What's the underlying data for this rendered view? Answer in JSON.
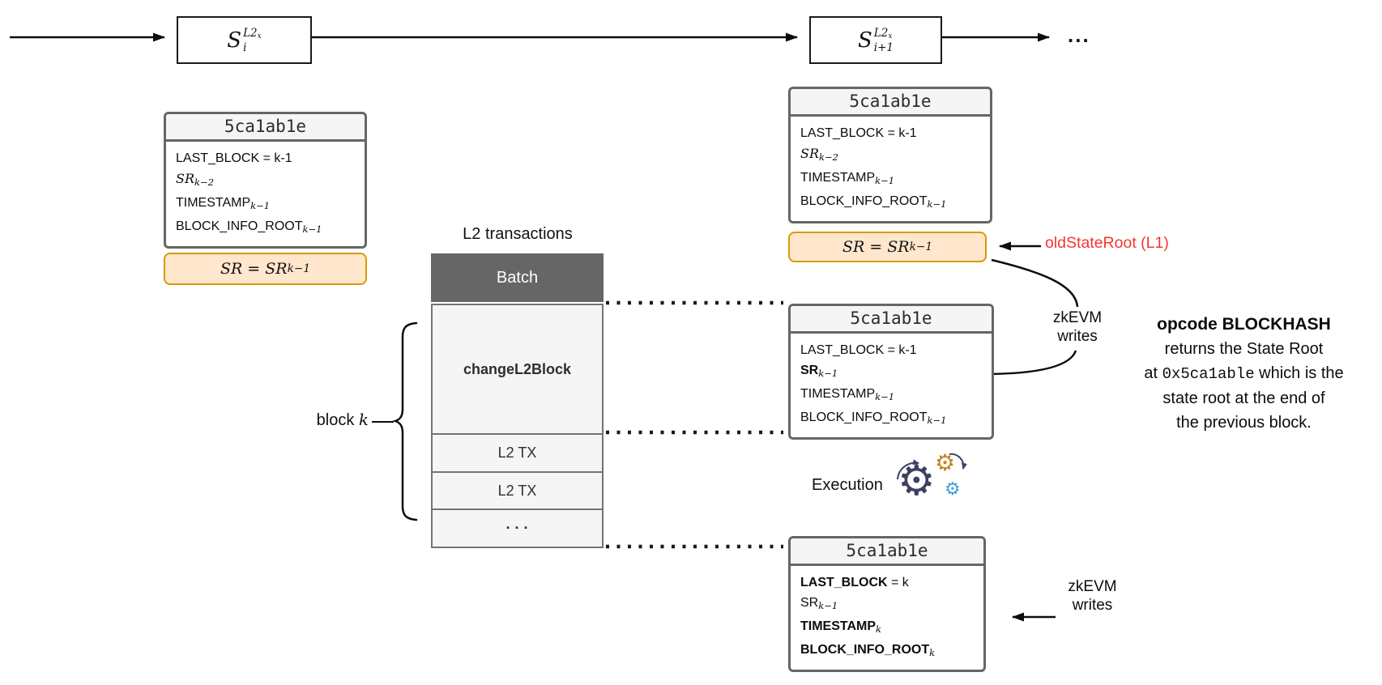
{
  "colors": {
    "box_border": "#666666",
    "box_header_bg": "#f5f5f5",
    "batch_header_bg": "#666666",
    "orange_fill": "#ffe6cc",
    "orange_border": "#d79b00",
    "red_text": "#f4362e",
    "gear_navy": "#3d4061",
    "gear_orange": "#c8821d",
    "gear_blue": "#3f9fd8"
  },
  "flow": {
    "s_i": {
      "base": "S",
      "sup_main": "L2",
      "sup_x": "x",
      "sub": "i"
    },
    "s_i1": {
      "base": "S",
      "sup_main": "L2",
      "sup_x": "x",
      "sub": "i+1"
    },
    "dots": "..."
  },
  "left_box": {
    "title": "5ca1ab1e",
    "rows": [
      [
        {
          "t": "LAST_BLOCK = k-1"
        }
      ],
      [
        {
          "t": "SR",
          "i": 1,
          "sr": 1
        },
        {
          "t": "k−2",
          "sub": 1
        }
      ],
      [
        {
          "t": "TIMESTAMP"
        },
        {
          "t": "k−1",
          "sub": 1
        }
      ],
      [
        {
          "t": "BLOCK_INFO_ROOT"
        },
        {
          "t": "k−1",
          "sub": 1
        }
      ]
    ]
  },
  "left_sr": [
    {
      "t": "SR = SR",
      "i": 1,
      "sr": 1
    },
    {
      "t": "k−1",
      "sub": 1
    }
  ],
  "l2_label": "L2 transactions",
  "batch": {
    "header": "Batch",
    "rows": [
      [
        {
          "t": "changeL2Block",
          "b": 1
        }
      ],
      [
        {
          "t": "L2 TX"
        }
      ],
      [
        {
          "t": "L2 TX"
        }
      ],
      [
        {
          "t": "· · ·",
          "b": 1
        }
      ]
    ]
  },
  "block_label": [
    {
      "t": "block "
    },
    {
      "t": "k",
      "i": 1,
      "sr": 1
    }
  ],
  "r1_box": {
    "title": "5ca1ab1e",
    "rows": [
      [
        {
          "t": "LAST_BLOCK = k-1"
        }
      ],
      [
        {
          "t": "SR",
          "i": 1,
          "sr": 1
        },
        {
          "t": "k−2",
          "sub": 1
        }
      ],
      [
        {
          "t": "TIMESTAMP"
        },
        {
          "t": "k−1",
          "sub": 1
        }
      ],
      [
        {
          "t": "BLOCK_INFO_ROOT"
        },
        {
          "t": "k−1",
          "sub": 1
        }
      ]
    ]
  },
  "right_sr": [
    {
      "t": "SR = SR",
      "i": 1,
      "sr": 1
    },
    {
      "t": "k−1",
      "sub": 1
    }
  ],
  "old_state_root": "oldStateRoot (L1)",
  "zk_writes_top": {
    "line1": "zkEVM",
    "line2": "writes"
  },
  "r2_box": {
    "title": "5ca1ab1e",
    "rows": [
      [
        {
          "t": "LAST_BLOCK = k-1"
        }
      ],
      [
        {
          "t": "SR",
          "b": 1
        },
        {
          "t": "k−1",
          "sub": 1
        }
      ],
      [
        {
          "t": "TIMESTAMP"
        },
        {
          "t": "k−1",
          "sub": 1
        }
      ],
      [
        {
          "t": "BLOCK_INFO_ROOT"
        },
        {
          "t": "k−1",
          "sub": 1
        }
      ]
    ]
  },
  "opcode_note": {
    "lines": [
      [
        {
          "t": "opcode BLOCKHASH",
          "b": 1
        }
      ],
      [
        {
          "t": "returns the State Root"
        }
      ],
      [
        {
          "t": "at "
        },
        {
          "t": "0x5ca1able",
          "m": 1
        },
        {
          "t": " which is the"
        }
      ],
      [
        {
          "t": "state root at the end of"
        }
      ],
      [
        {
          "t": "the previous block."
        }
      ]
    ]
  },
  "execution": {
    "label": "Execution",
    "gear_glyph": "⚙"
  },
  "r3_box": {
    "title": "5ca1ab1e",
    "rows": [
      [
        {
          "t": "LAST_BLOCK",
          "b": 1
        },
        {
          "t": " = k"
        }
      ],
      [
        {
          "t": "SR"
        },
        {
          "t": "k−1",
          "sub": 1
        }
      ],
      [
        {
          "t": "TIMESTAMP",
          "b": 1
        },
        {
          "t": "k",
          "sub": 1
        }
      ],
      [
        {
          "t": "BLOCK_INFO_ROOT",
          "b": 1
        },
        {
          "t": "k",
          "sub": 1
        }
      ]
    ]
  },
  "zk_writes_bottom": {
    "line1": "zkEVM",
    "line2": "writes"
  }
}
